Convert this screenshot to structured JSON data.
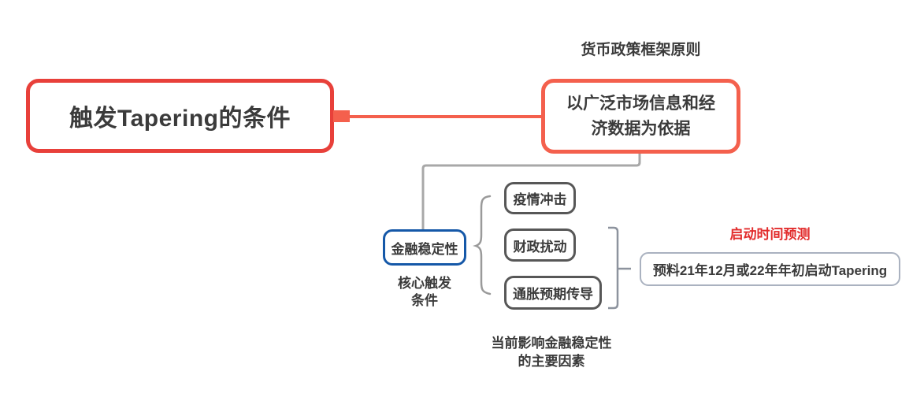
{
  "app": {
    "kind": "mind-map"
  },
  "colors": {
    "root_border": "#e8403a",
    "branch_salmon": "#f4604d",
    "stability_blue": "#1558a8",
    "factor_border": "#575757",
    "gray_connector": "#a8a8a8",
    "bracket_gray": "#8d939e",
    "prediction_border": "#aab2c0",
    "text": "#3b3b3b",
    "alert_red": "#e22c2c"
  },
  "nodes": {
    "root": {
      "label": "触发Tapering的条件"
    },
    "framework": {
      "floating_label": "货币政策框架原则",
      "line1": "以广泛市场信息和经",
      "line2": "济数据为依据"
    },
    "stability": {
      "label": "金融稳定性",
      "note_line1": "核心触发",
      "note_line2": "条件"
    },
    "factors": {
      "items": [
        {
          "label": "疫情冲击"
        },
        {
          "label": "财政扰动"
        },
        {
          "label": "通胀预期传导"
        }
      ],
      "note_line1": "当前影响金融稳定性",
      "note_line2": "的主要因素"
    },
    "prediction": {
      "floating_label": "启动时间预测",
      "label": "预料21年12月或22年年初启动Tapering"
    }
  }
}
